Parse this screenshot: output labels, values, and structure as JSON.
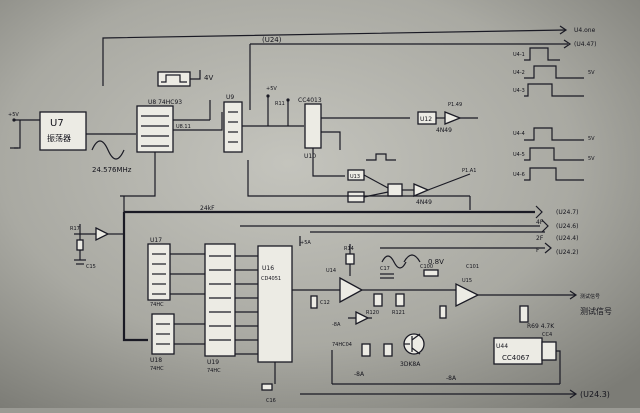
{
  "labels": {
    "u7_name": "U7",
    "u7_text": "振荡器",
    "freq": "24.576MHz",
    "u8": "U8 74HC93",
    "u9": "U9",
    "u10": "U10",
    "u10_part": "CC4013",
    "u12": "U12",
    "u13": "U13",
    "u14": "U14",
    "u15": "U15",
    "u17": "U17",
    "u17_part": "74HC",
    "u18": "U18",
    "u18_part": "74HC",
    "u19": "U19",
    "u19_part": "74HC",
    "u16": "U16",
    "u16_part": "CD4051",
    "u24_top": "(U24)",
    "u247": "(U24.7)",
    "u246": "(U24.6)",
    "u244": "(U24.4)",
    "u242": "(U24.2)",
    "u243": "(U24.3)",
    "v4": "4V",
    "v08": "0.8V",
    "ref": "R69  4.7K",
    "test_out": "测试信号",
    "cc4": "CC4",
    "u44": "U44",
    "u44_part": "CC4067",
    "p3k": "3DK8A",
    "neg8a": "-8A",
    "neg8b": "-8A",
    "c16": "C16",
    "wave_ch1": "U4-1",
    "wave_ch2": "U4-2",
    "wave_ch3": "U4-3",
    "wave_ch4": "U4-4",
    "wave_ch5": "U4-5",
    "wave_ch6": "U4-6"
  },
  "colors": {
    "paper": "#9a9a94",
    "ink": "#1a1a24"
  }
}
